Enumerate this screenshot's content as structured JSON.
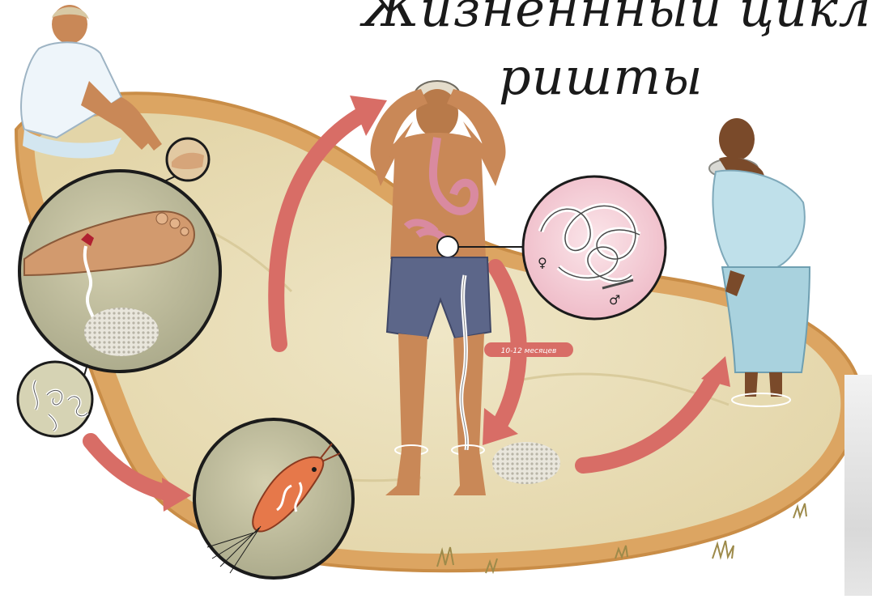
{
  "title": {
    "line1": "Жизненнный цикл",
    "line2": "ришты"
  },
  "labels": {
    "period": "10-12 месяцев",
    "female_symbol": "♀",
    "male_symbol": "♂"
  },
  "colors": {
    "arrow": "#d86d66",
    "water": "#e8dcb2",
    "shore": "#d9a05a",
    "skin": "#c98857",
    "shorts": "#5c6689",
    "cloth": "#a9d2de"
  }
}
